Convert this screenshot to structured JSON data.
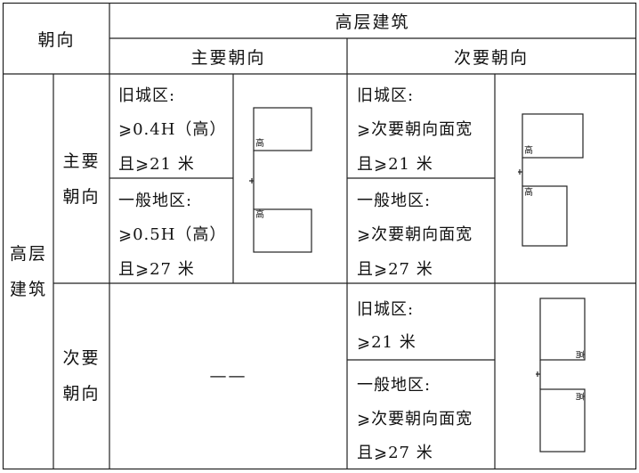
{
  "table": {
    "header_orientation": "朝向",
    "header_high_rise": "高层建筑",
    "header_primary": "主要朝向",
    "header_secondary": "次要朝向",
    "row_group_label": [
      "高层",
      "建筑"
    ],
    "row_primary_label": [
      "主要",
      "朝向"
    ],
    "row_secondary_label": [
      "次要",
      "朝向"
    ],
    "dash": "——",
    "pp_old": [
      "旧城区:",
      "⩾0.4H（高）",
      "且⩾21 米"
    ],
    "pp_general": [
      "一般地区:",
      "⩾0.5H（高）",
      "且⩾27 米"
    ],
    "ps_old": [
      "旧城区:",
      "⩾次要朝向面宽",
      "且⩾21 米"
    ],
    "ps_general": [
      "一般地区:",
      "⩾次要朝向面宽",
      "且⩾27 米"
    ],
    "ss_old": [
      "旧城区:",
      "⩾21 米"
    ],
    "ss_general": [
      "一般地区:",
      "⩾次要朝向面宽",
      "且⩾27 米"
    ],
    "diagram_label": "高"
  }
}
